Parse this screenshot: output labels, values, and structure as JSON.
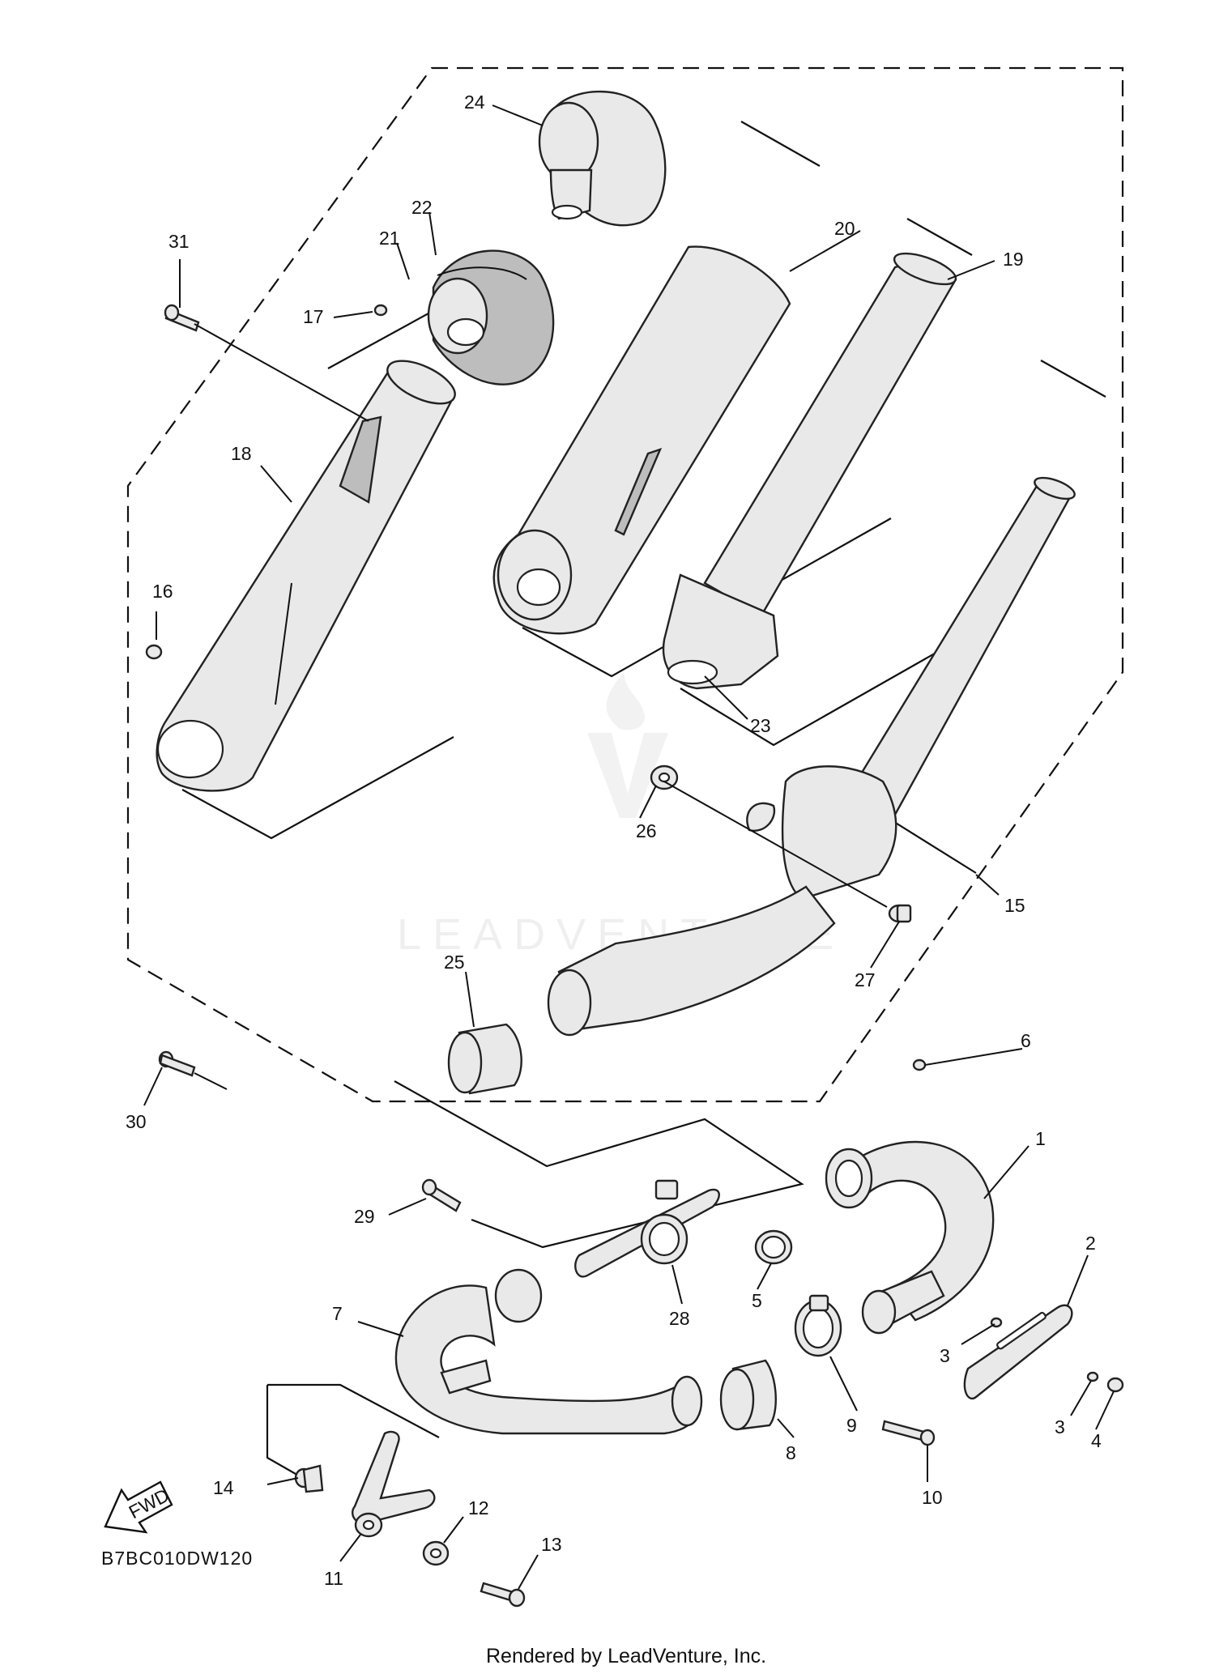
{
  "diagram_code": "B7BC010DW120",
  "credit": "Rendered by LeadVenture, Inc.",
  "watermark": "LEADVENTURE",
  "fwd_label": "FWD",
  "callouts": {
    "c1": "1",
    "c2": "2",
    "c3a": "3",
    "c3b": "3",
    "c4": "4",
    "c5": "5",
    "c6": "6",
    "c7": "7",
    "c8": "8",
    "c9": "9",
    "c10": "10",
    "c11": "11",
    "c12": "12",
    "c13": "13",
    "c14": "14",
    "c15": "15",
    "c16": "16",
    "c17": "17",
    "c18": "18",
    "c19": "19",
    "c20": "20",
    "c21": "21",
    "c22": "22",
    "c23": "23",
    "c24": "24",
    "c25": "25",
    "c26": "26",
    "c27": "27",
    "c28": "28",
    "c29": "29",
    "c30": "30",
    "c31": "31"
  }
}
